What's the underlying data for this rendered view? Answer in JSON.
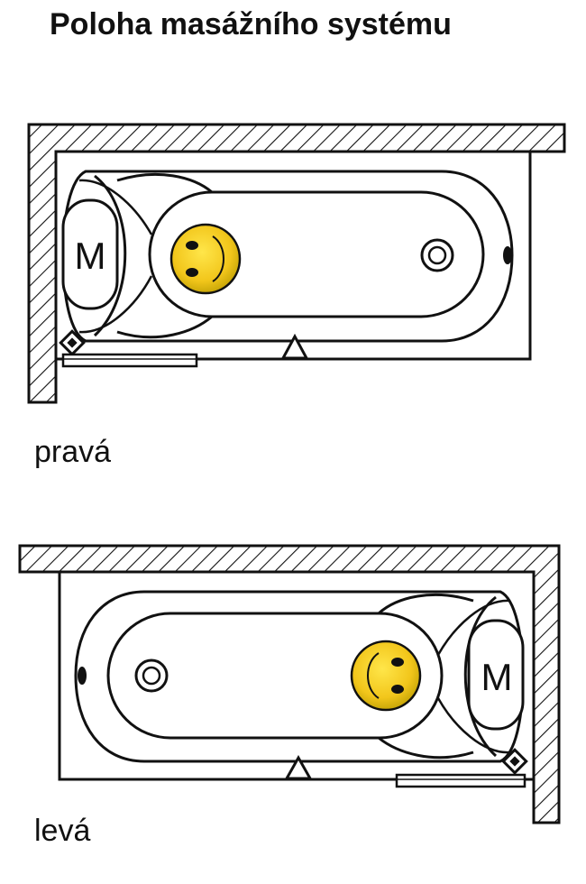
{
  "title": "Poloha masážního systému",
  "diagrams": [
    {
      "caption": "pravá",
      "motor_label": "M"
    },
    {
      "caption": "levá",
      "motor_label": "M"
    }
  ],
  "colors": {
    "line": "#111111",
    "pillow": "#f2d21b",
    "pillow_shade": "#c9a708",
    "background": "#ffffff"
  },
  "icons": [
    "motor-box",
    "pillow-smiley",
    "drain-icon",
    "overflow-icon",
    "control-icon",
    "panel-marker-triangle",
    "hatched-wall"
  ]
}
